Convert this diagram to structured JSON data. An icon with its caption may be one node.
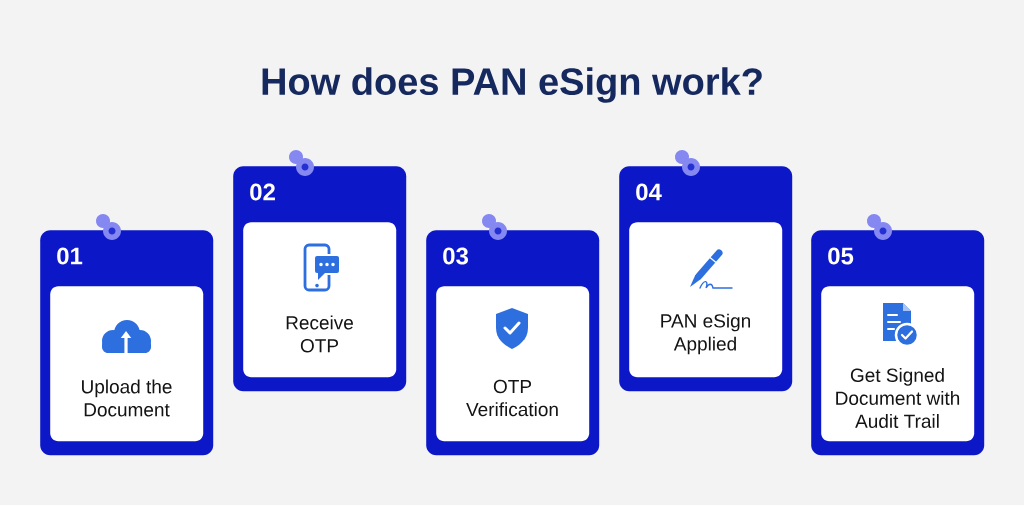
{
  "diagram": {
    "title": "How does PAN eSign work?",
    "nodes": [
      {
        "text": [
          "01"
        ]
      },
      {
        "text": [
          "Upload the Document"
        ],
        "in": 0
      },
      {
        "text": [
          "02"
        ]
      },
      {
        "text": [
          "Receive OTP"
        ],
        "in": 2
      },
      {
        "text": [
          "03"
        ]
      },
      {
        "text": [
          "OTP Verification"
        ],
        "in": 4
      },
      {
        "text": [
          "04"
        ]
      },
      {
        "text": [
          "PAN eSign Applied"
        ],
        "in": 6
      },
      {
        "text": [
          "05"
        ]
      },
      {
        "text": [
          "Get Signed Document with Audit Trail"
        ],
        "in": 8
      }
    ]
  }
}
